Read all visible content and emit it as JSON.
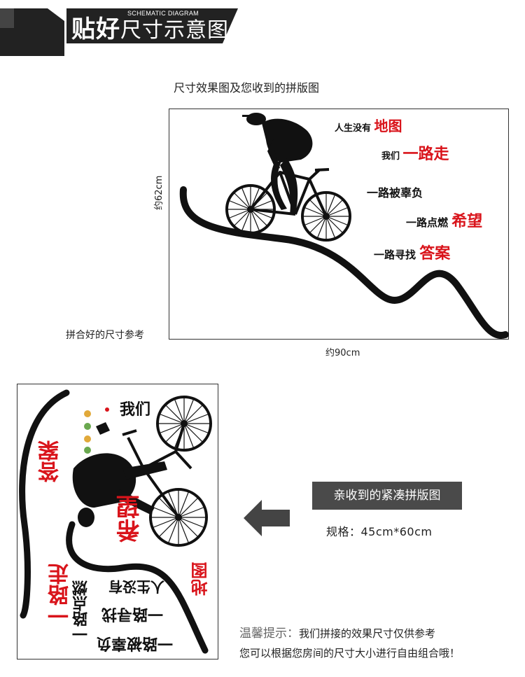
{
  "header": {
    "title_bold": "贴好",
    "title_light": "尺寸示意图",
    "subtitle": "SCHEMATIC DIAGRAM"
  },
  "preview": {
    "caption": "尺寸效果图及您收到的拼版图",
    "width_label": "约90cm",
    "height_label": "约62cm",
    "assembled_label": "拼合好的尺寸参考",
    "phrases": [
      {
        "dark": "人生没有",
        "red": "地图"
      },
      {
        "dark": "我们",
        "red": "一路走"
      },
      {
        "dark": "一路被辜负",
        "red": ""
      },
      {
        "dark": "一路点燃",
        "red": "希望"
      },
      {
        "dark": "一路寻找",
        "red": "答案"
      }
    ]
  },
  "sheet": {
    "badge": "亲收到的紧凑拼版图",
    "spec": "规格：45cm*60cm",
    "pieces": {
      "women": "我们",
      "answer": "答案",
      "hope": "希望",
      "map": "地图",
      "walk": "一路走",
      "ignite": "一路点燃",
      "no_life": "人生没有",
      "seek": "一路寻找",
      "betrayed": "一路被辜负"
    }
  },
  "tips": {
    "lead": "温馨提示：",
    "line1": "我们拼接的效果尺寸仅供参考",
    "line2": "您可以根据您房间的尺寸大小进行自由组合哦！"
  },
  "colors": {
    "banner": "#222222",
    "accent_red": "#d9141b",
    "badge": "#4a4a4a"
  }
}
